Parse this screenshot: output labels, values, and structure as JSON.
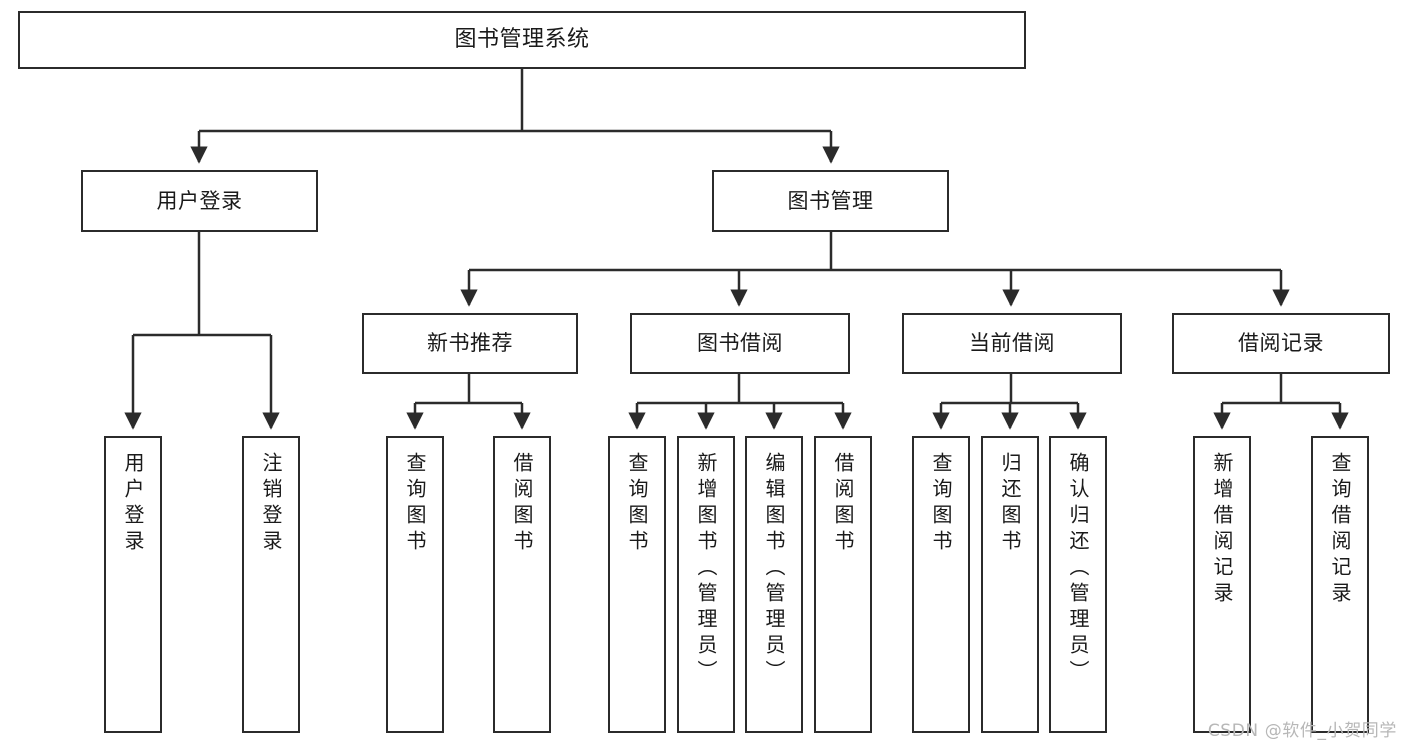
{
  "diagram": {
    "title": "图书管理系统",
    "watermark": "CSDN @软件_小贺同学",
    "line_color": "#2b2b2b",
    "box_fill": "#ffffff",
    "text_color": "#1a1a1a",
    "watermark_color": "#b7b7b7"
  },
  "nodes": {
    "root": {
      "label": "图书管理系统"
    },
    "level2": [
      {
        "label": "用户登录"
      },
      {
        "label": "图书管理"
      }
    ],
    "level3": [
      {
        "label": "新书推荐"
      },
      {
        "label": "图书借阅"
      },
      {
        "label": "当前借阅"
      },
      {
        "label": "借阅记录"
      }
    ],
    "leaves": {
      "user_login": [
        {
          "label": "用户登录"
        },
        {
          "label": "注销登录"
        }
      ],
      "new_book": [
        {
          "label": "查询图书"
        },
        {
          "label": "借阅图书"
        }
      ],
      "borrow_book": [
        {
          "label": "查询图书"
        },
        {
          "label": "新增图书（管理员）"
        },
        {
          "label": "编辑图书（管理员）"
        },
        {
          "label": "借阅图书"
        }
      ],
      "current_borrow": [
        {
          "label": "查询图书"
        },
        {
          "label": "归还图书"
        },
        {
          "label": "确认归还（管理员）"
        }
      ],
      "borrow_record": [
        {
          "label": "新增借阅记录"
        },
        {
          "label": "查询借阅记录"
        }
      ]
    }
  }
}
